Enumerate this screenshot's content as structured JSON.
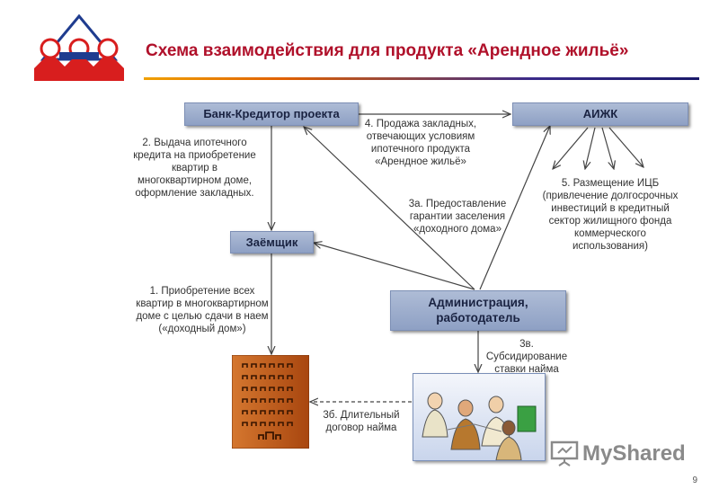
{
  "title": "Схема взаимодействия для продукта «Арендное жильё»",
  "nodes": {
    "bank": "Банк-Кредитор проекта",
    "aizhk": "АИЖК",
    "borrower": "Заёмщик",
    "admin": "Администрация, работодатель"
  },
  "notes": {
    "n1": "1. Приобретение всех квартир в многоквартирном доме с целью сдачи в наем («доходный дом»)",
    "n2": "2. Выдача ипотечного кредита на приобретение квартир в многоквартирном доме, оформление закладных.",
    "n3a": "3а. Предоставление гарантии заселения «доходного дома»",
    "n3b": "3б. Длительный договор найма",
    "n3v": "3в. Субсидирование ставки найма",
    "n4": "4. Продажа закладных, отвечающих условиям ипотечного продукта «Арендное жильё»",
    "n5": "5. Размещение ИЦБ (привлечение долгосрочных инвестиций в кредитный сектор жилищного фонда коммерческого использования)"
  },
  "page_number": "9",
  "watermark": "MyShared",
  "colors": {
    "title": "#b0102a",
    "box": "#9eaecf",
    "building": "#c45a1e"
  },
  "icons": {
    "logo": "house-flag-logo",
    "building": "apartment-building-icon",
    "people": "people-meeting-clipart",
    "watermark": "presentation-board-icon"
  }
}
